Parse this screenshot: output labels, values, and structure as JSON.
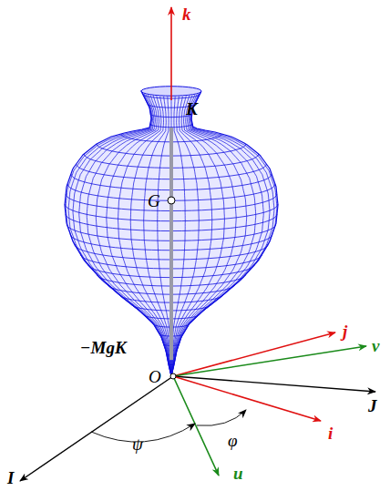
{
  "diagram": {
    "labels": [
      "k",
      "K",
      "G",
      "−MgK",
      "O",
      "j",
      "v",
      "J",
      "i",
      "ψ",
      "φ",
      "I",
      "u"
    ]
  }
}
